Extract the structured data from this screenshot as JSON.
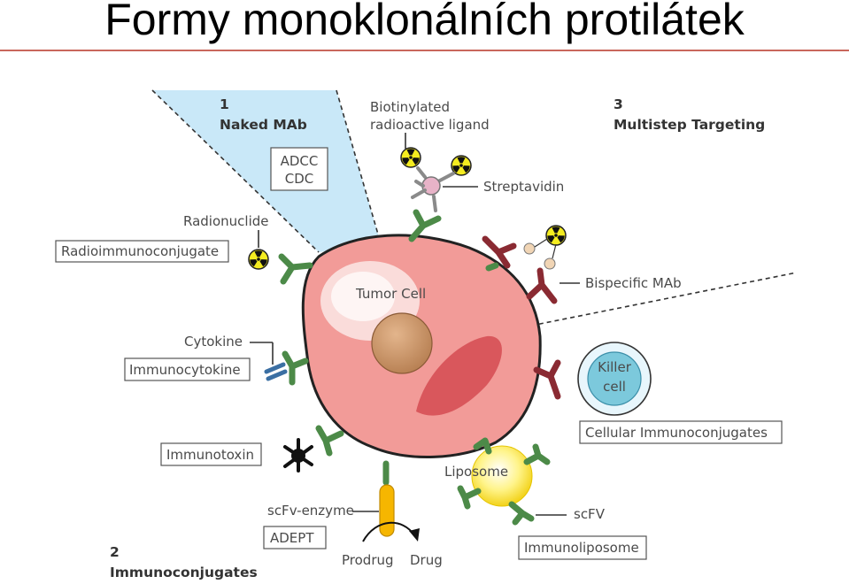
{
  "title": "Formy monoklonálních protilátek",
  "diagram": {
    "section1": {
      "number": "1",
      "title": "Naked MAb",
      "box_line1": "ADCC",
      "box_line2": "CDC"
    },
    "section2": {
      "number": "2",
      "title": "Immunoconjugates"
    },
    "section3": {
      "number": "3",
      "title": "Multistep Targeting"
    },
    "center": "Tumor Cell",
    "labels": {
      "biotinylated_line1": "Biotinylated",
      "biotinylated_line2": "radioactive ligand",
      "streptavidin": "Streptavidin",
      "radionuclide": "Radionuclide",
      "radioimmunoconjugate": "Radioimmunoconjugate",
      "bispecific": "Bispecific MAb",
      "cytokine": "Cytokine",
      "immunocytokine": "Immunocytokine",
      "killer_line1": "Killer",
      "killer_line2": "cell",
      "cellular": "Cellular Immunoconjugates",
      "immunotoxin": "Immunotoxin",
      "liposome": "Liposome",
      "scfv_enzyme": "scFv-enzyme",
      "adept": "ADEPT",
      "scfv": "scFV",
      "immunoliposome": "Immunoliposome",
      "prodrug": "Prodrug",
      "drug": "Drug"
    }
  }
}
